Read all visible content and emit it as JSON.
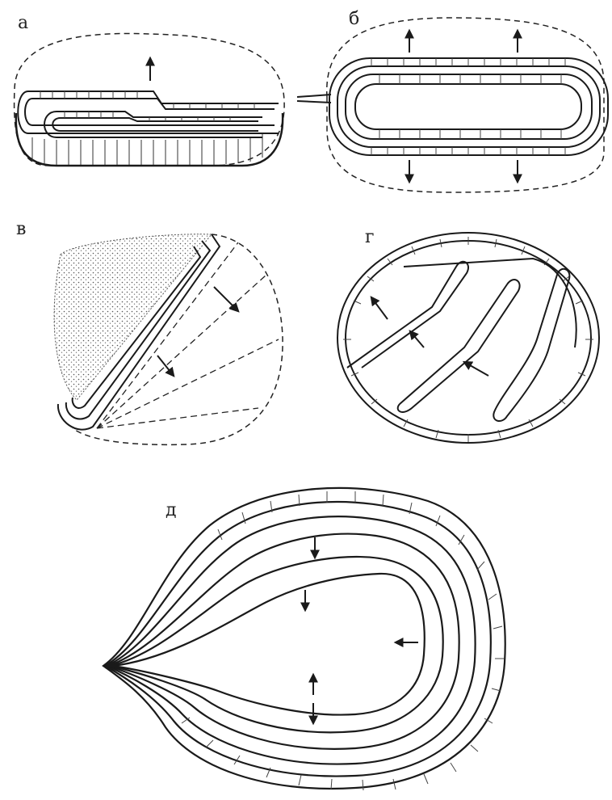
{
  "panels": [
    {
      "id": "a",
      "label": "а"
    },
    {
      "id": "b",
      "label": "б"
    },
    {
      "id": "v",
      "label": "в"
    },
    {
      "id": "g",
      "label": "г"
    },
    {
      "id": "d",
      "label": "д"
    }
  ],
  "colors": {
    "ink": "#1a1a1a",
    "paper": "#ffffff",
    "fill": "#e6e6e6"
  }
}
